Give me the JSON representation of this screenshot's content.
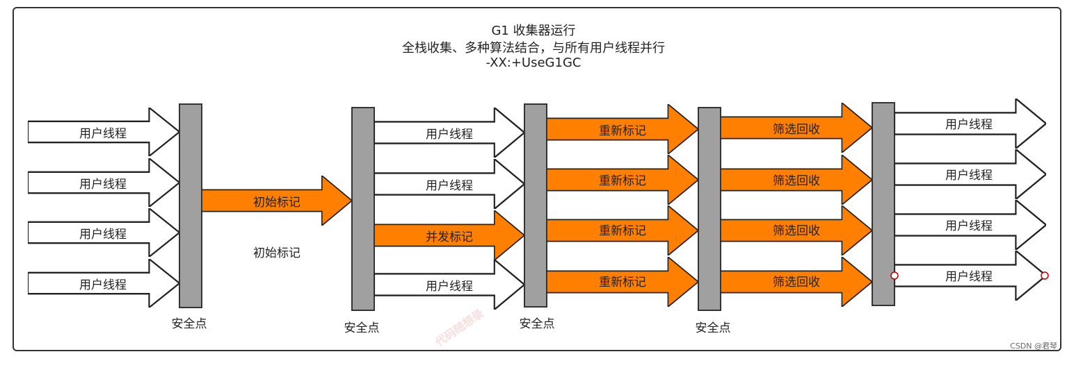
{
  "header": {
    "line1": "G1 收集器运行",
    "line2": "全栈收集、多种算法结合，与所有用户线程并行",
    "line3": "-XX:+UseG1GC"
  },
  "labels": {
    "user_thread": "用户线程",
    "initial_mark": "初始标记",
    "concurrent_mark": "并发标记",
    "remark": "重新标记",
    "cleanup": "筛选回收",
    "safepoint": "安全点",
    "initial_mark_caption": "初始标记"
  },
  "colors": {
    "orange": "#FF7F00",
    "gray": "#A0A0A0",
    "red_dot": "#C00000"
  },
  "watermark": "代码随想录",
  "credit": "CSDN @君琴"
}
